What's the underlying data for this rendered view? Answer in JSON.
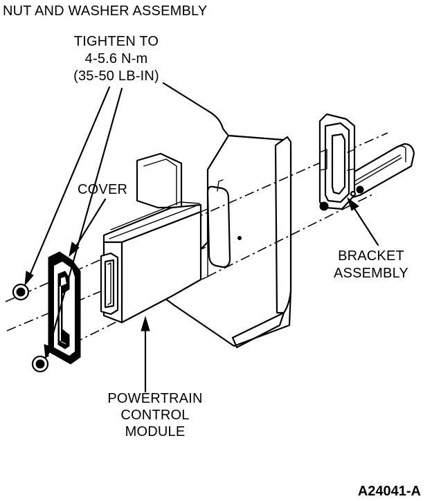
{
  "labels": {
    "nut_washer": "NUT AND WASHER ASSEMBLY",
    "torque_line1": "TIGHTEN TO",
    "torque_line2": "4-5.6 N-m",
    "torque_line3": "(35-50 LB-IN)",
    "cover": "COVER",
    "bracket_line1": "BRACKET",
    "bracket_line2": "ASSEMBLY",
    "pcm_line1": "POWERTRAIN",
    "pcm_line2": "CONTROL",
    "pcm_line3": "MODULE",
    "figure_id": "A24041-A"
  },
  "parts": [
    "nut-washer",
    "cover",
    "powertrain-control-module",
    "bracket-assembly",
    "vehicle-panel"
  ],
  "colors": {
    "ink": "#000000",
    "paper": "#ffffff"
  }
}
